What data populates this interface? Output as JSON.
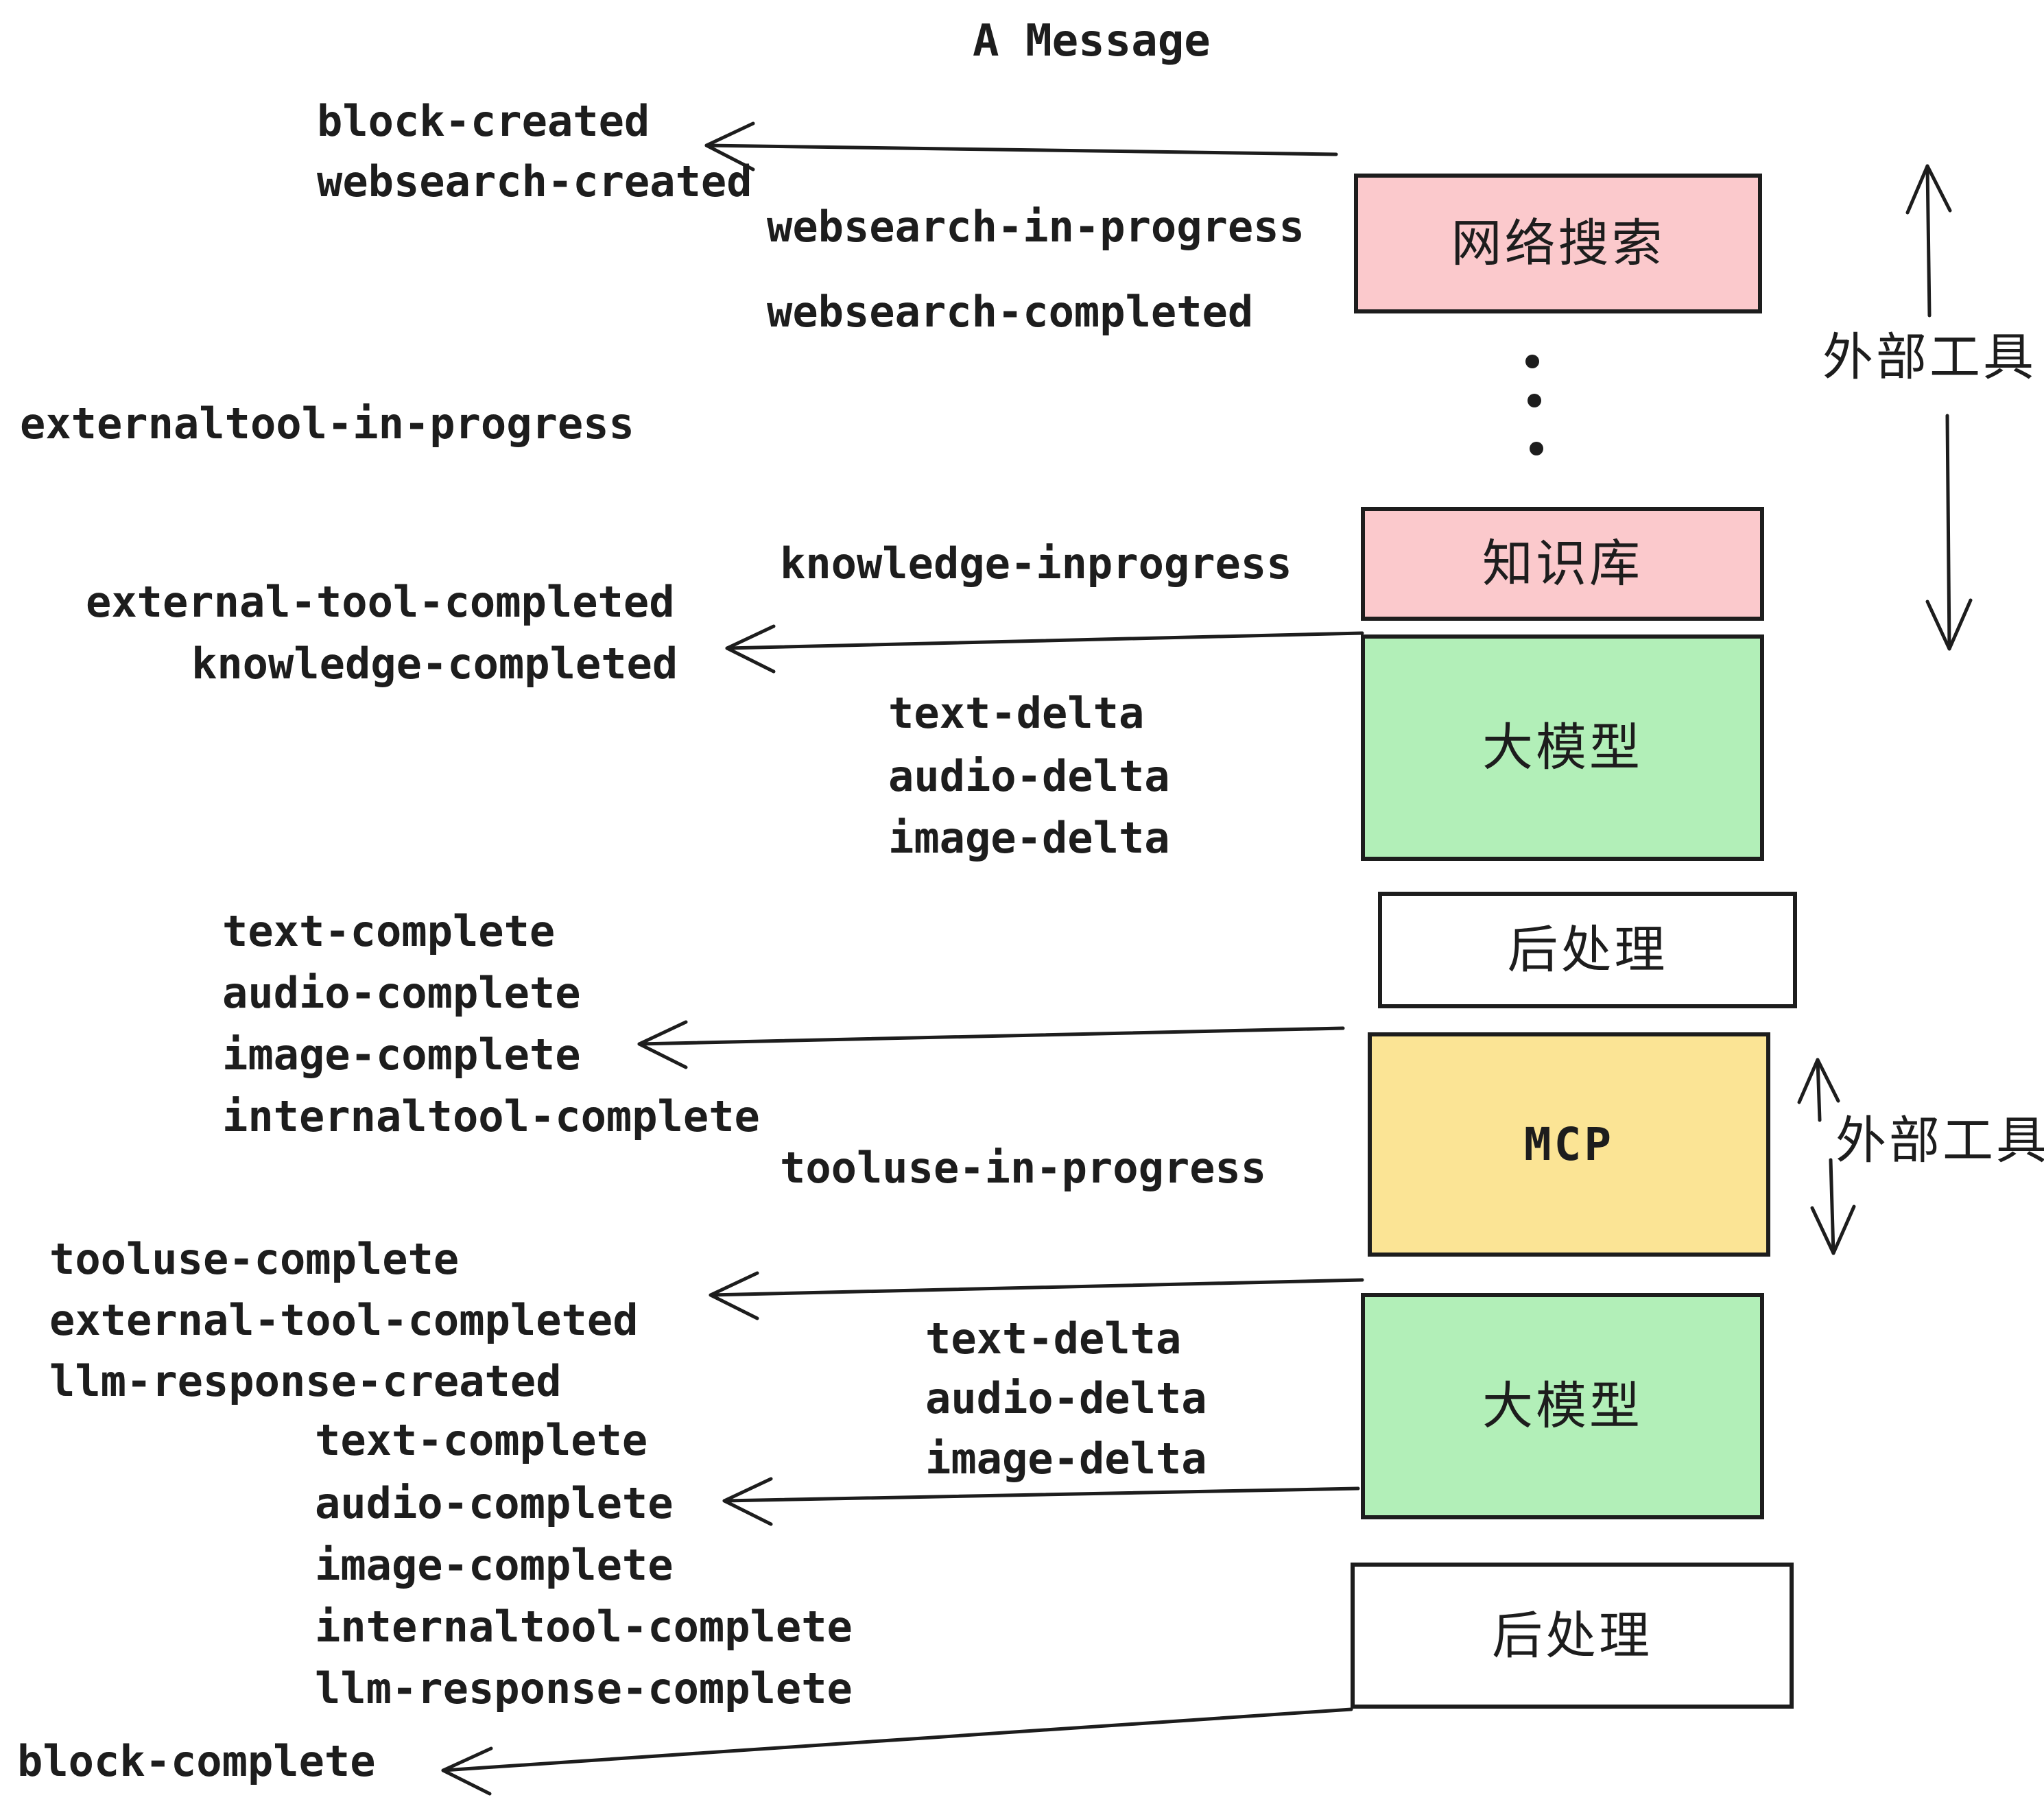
{
  "title": "A Message",
  "events": [
    "block-created",
    "websearch-created",
    "websearch-in-progress",
    "websearch-completed",
    "externaltool-in-progress",
    "knowledge-inprogress",
    "external-tool-completed",
    "knowledge-completed",
    "text-delta",
    "audio-delta",
    "image-delta",
    "text-complete",
    "audio-complete",
    "image-complete",
    "internaltool-complete",
    "tooluse-in-progress",
    "tooluse-complete",
    "external-tool-completed",
    "llm-response-created",
    "text-complete",
    "audio-complete",
    "image-complete",
    "internaltool-complete",
    "llm-response-complete",
    "block-complete"
  ],
  "nodes": [
    {
      "label": "网络搜索",
      "type": "external-tool",
      "color": "#fbc9cc"
    },
    {
      "label": "知识库",
      "type": "external-tool",
      "color": "#fbc9cc"
    },
    {
      "label": "大模型",
      "type": "llm",
      "color": "#b2efb8"
    },
    {
      "label": "后处理",
      "type": "post-process",
      "color": "#ffffff"
    },
    {
      "label": "MCP",
      "type": "mcp-tool",
      "color": "#fbe495"
    },
    {
      "label": "大模型",
      "type": "llm",
      "color": "#b2efb8"
    },
    {
      "label": "后处理",
      "type": "post-process",
      "color": "#ffffff"
    }
  ],
  "side_labels": {
    "external_tools_top": "外部工具",
    "external_tools_mcp": "外部工具"
  },
  "decorations": {
    "continuation_dots_count": 3
  },
  "colors": {
    "external_tool_box": "#fbc9cc",
    "llm_box": "#b2efb8",
    "mcp_box": "#fbe495",
    "postprocess_box": "#ffffff",
    "ink": "#1d1d1d",
    "background": "#ffffff"
  }
}
